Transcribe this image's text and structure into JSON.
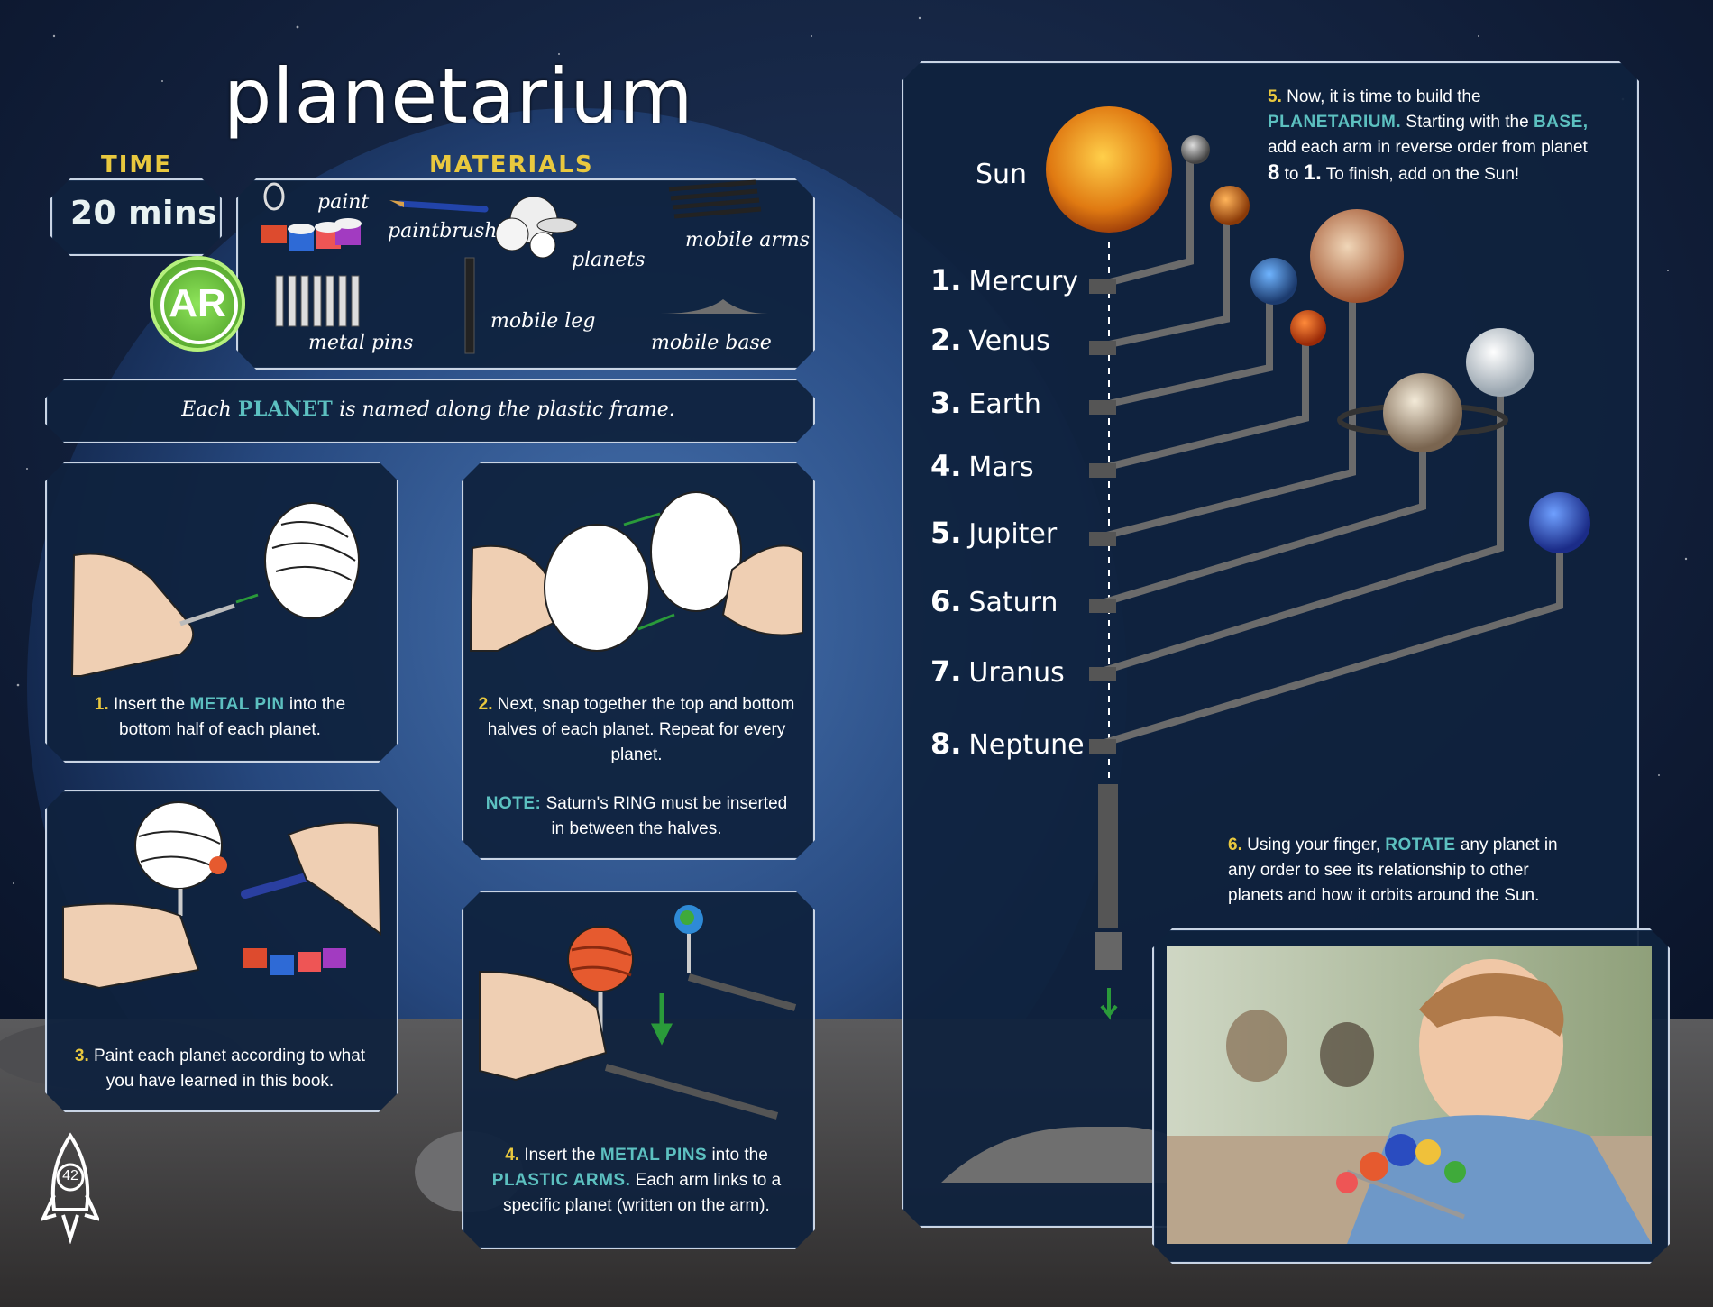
{
  "title": "planetarium",
  "time": {
    "label": "TIME",
    "value": "20 mins"
  },
  "ar_badge": "AR",
  "materials": {
    "label": "MATERIALS",
    "items": [
      "paint",
      "paintbrush",
      "planets",
      "mobile arms",
      "metal pins",
      "mobile leg",
      "mobile base"
    ]
  },
  "banner": {
    "pre": "Each",
    "highlight": "PLANET",
    "post": "is named along the plastic frame."
  },
  "steps": [
    {
      "num": "1.",
      "a": "Insert the",
      "hl": "METAL PIN",
      "b": "into the bottom half of each planet."
    },
    {
      "num": "2.",
      "a": "Next, snap together the top and bottom halves of each planet. Repeat for every planet.",
      "note_label": "NOTE:",
      "note": "Saturn's RING must be inserted in between the halves."
    },
    {
      "num": "3.",
      "a": "Paint each planet according to what you have learned in this book."
    },
    {
      "num": "4.",
      "a": "Insert the",
      "hl": "METAL PINS",
      "b": "into the",
      "hl2": "PLASTIC ARMS.",
      "c": "Each arm links to a specific planet (written on the arm)."
    },
    {
      "num": "5.",
      "a": "Now, it is time to build the",
      "hl": "PLANETARIUM.",
      "b": "Starting with the",
      "hl2": "BASE,",
      "c": "add each arm in reverse order from planet",
      "n8": "8",
      "to": "to",
      "n1": "1.",
      "d": "To finish, add on the Sun!"
    },
    {
      "num": "6.",
      "a": "Using your finger,",
      "hl": "ROTATE",
      "b": "any planet in any order to see its relationship to other planets and how it orbits around the Sun."
    }
  ],
  "sun_label": "Sun",
  "planets": [
    {
      "num": "1.",
      "name": "Mercury"
    },
    {
      "num": "2.",
      "name": "Venus"
    },
    {
      "num": "3.",
      "name": "Earth"
    },
    {
      "num": "4.",
      "name": "Mars"
    },
    {
      "num": "5.",
      "name": "Jupiter"
    },
    {
      "num": "6.",
      "name": "Saturn"
    },
    {
      "num": "7.",
      "name": "Uranus"
    },
    {
      "num": "8.",
      "name": "Neptune"
    }
  ],
  "page_number": "42",
  "colors": {
    "accent_yellow": "#e9c83e",
    "accent_teal": "#5cc0c0",
    "panel": "#0f223e",
    "ar_green": "#6cc43a"
  }
}
